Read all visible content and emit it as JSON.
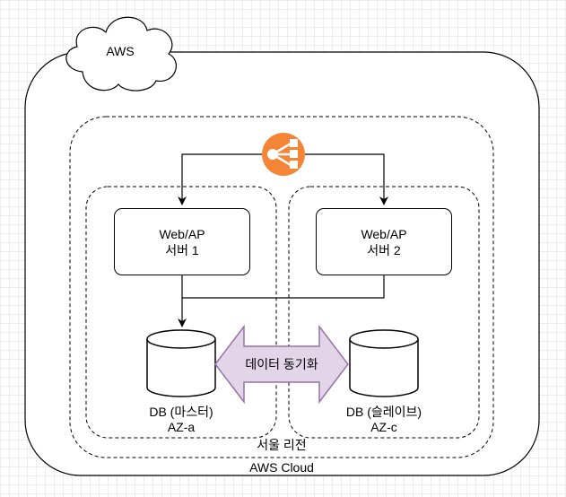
{
  "cloud_tag": "AWS",
  "aws_cloud_label": "AWS Cloud",
  "region_label": "서울 리전",
  "servers": [
    {
      "line1": "Web/AP",
      "line2": "서버 1"
    },
    {
      "line1": "Web/AP",
      "line2": "서버 2"
    }
  ],
  "databases": [
    {
      "label": "DB (마스터)",
      "az": "AZ-a"
    },
    {
      "label": "DB (슬레이브)",
      "az": "AZ-c"
    }
  ],
  "sync_label": "데이터 동기화",
  "colors": {
    "load_balancer": "#F58536",
    "sync_arrow_fill": "#E1D5E7",
    "sync_arrow_stroke": "#9673A6"
  },
  "icons": {
    "load_balancer": "elastic-load-balancer-icon",
    "cloud": "cloud-shape",
    "database": "database-cylinder"
  }
}
